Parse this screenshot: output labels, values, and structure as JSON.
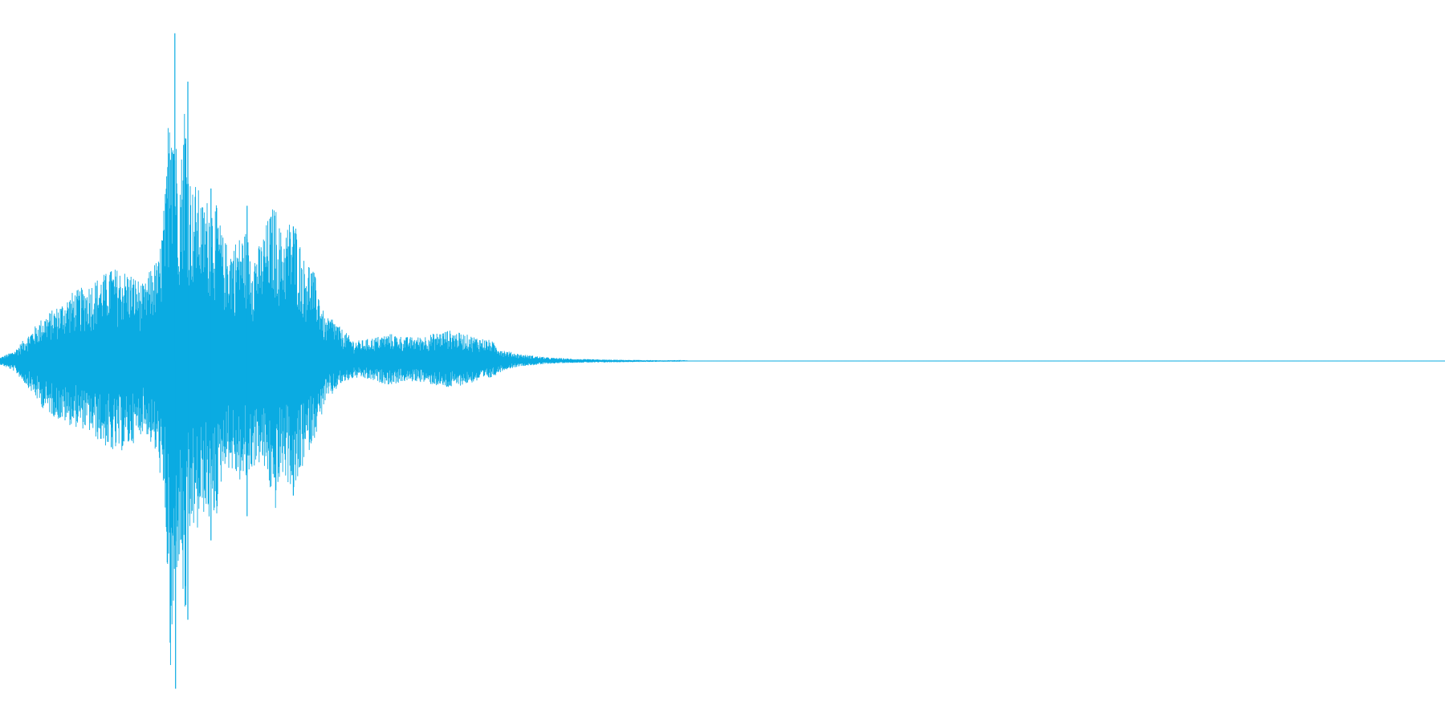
{
  "chart_data": {
    "type": "area",
    "title": "",
    "xlabel": "",
    "ylabel": "",
    "grid": false,
    "legend": "none",
    "ylim": [
      -1,
      1
    ],
    "xlim": [
      0,
      1
    ],
    "color": "#0aabe2",
    "baseline_value": 0,
    "envelope": {
      "x": [
        0.0,
        0.01,
        0.02,
        0.03,
        0.04,
        0.05,
        0.06,
        0.07,
        0.08,
        0.09,
        0.1,
        0.105,
        0.11,
        0.115,
        0.118,
        0.12,
        0.122,
        0.125,
        0.128,
        0.13,
        0.133,
        0.136,
        0.14,
        0.145,
        0.15,
        0.155,
        0.16,
        0.165,
        0.17,
        0.175,
        0.18,
        0.185,
        0.19,
        0.195,
        0.2,
        0.205,
        0.21,
        0.215,
        0.22,
        0.225,
        0.23,
        0.235,
        0.24,
        0.245,
        0.25,
        0.26,
        0.27,
        0.28,
        0.29,
        0.3,
        0.31,
        0.32,
        0.33,
        0.34,
        0.345,
        0.35,
        0.36,
        0.37,
        0.38,
        0.39,
        0.4,
        0.42,
        0.44,
        0.46,
        0.47,
        0.48,
        1.0
      ],
      "upper": [
        0.01,
        0.03,
        0.08,
        0.13,
        0.16,
        0.2,
        0.22,
        0.25,
        0.27,
        0.26,
        0.22,
        0.28,
        0.3,
        0.52,
        0.95,
        0.8,
        0.65,
        0.56,
        0.8,
        0.6,
        0.5,
        0.52,
        0.46,
        0.48,
        0.45,
        0.35,
        0.34,
        0.36,
        0.38,
        0.32,
        0.34,
        0.41,
        0.46,
        0.37,
        0.41,
        0.4,
        0.3,
        0.29,
        0.22,
        0.12,
        0.13,
        0.1,
        0.08,
        0.06,
        0.06,
        0.07,
        0.08,
        0.07,
        0.07,
        0.08,
        0.09,
        0.08,
        0.07,
        0.06,
        0.04,
        0.03,
        0.02,
        0.015,
        0.01,
        0.008,
        0.006,
        0.004,
        0.003,
        0.002,
        0.003,
        0.001,
        0.001
      ],
      "lower": [
        -0.01,
        -0.03,
        -0.08,
        -0.14,
        -0.17,
        -0.19,
        -0.2,
        -0.24,
        -0.27,
        -0.25,
        -0.2,
        -0.25,
        -0.3,
        -0.52,
        -0.95,
        -0.82,
        -0.62,
        -0.58,
        -0.82,
        -0.6,
        -0.48,
        -0.52,
        -0.44,
        -0.47,
        -0.45,
        -0.3,
        -0.32,
        -0.35,
        -0.36,
        -0.31,
        -0.3,
        -0.34,
        -0.45,
        -0.33,
        -0.36,
        -0.39,
        -0.3,
        -0.25,
        -0.2,
        -0.12,
        -0.1,
        -0.07,
        -0.06,
        -0.05,
        -0.05,
        -0.06,
        -0.07,
        -0.06,
        -0.06,
        -0.07,
        -0.08,
        -0.07,
        -0.06,
        -0.05,
        -0.035,
        -0.025,
        -0.015,
        -0.012,
        -0.008,
        -0.006,
        -0.005,
        -0.004,
        -0.003,
        -0.002,
        -0.002,
        -0.001,
        -0.001
      ]
    },
    "peaks": [
      {
        "x": 0.121,
        "value": 0.95
      },
      {
        "x": 0.1215,
        "value": -0.95
      },
      {
        "x": 0.13,
        "value": 0.81
      },
      {
        "x": 0.13,
        "value": -0.75
      },
      {
        "x": 0.146,
        "value": 0.5
      },
      {
        "x": 0.146,
        "value": -0.52
      },
      {
        "x": 0.171,
        "value": 0.45
      },
      {
        "x": 0.171,
        "value": -0.45
      },
      {
        "x": 0.203,
        "value": 0.39
      },
      {
        "x": 0.203,
        "value": -0.39
      },
      {
        "x": 0.077,
        "value": 0.26
      },
      {
        "x": 0.077,
        "value": -0.25
      }
    ]
  }
}
